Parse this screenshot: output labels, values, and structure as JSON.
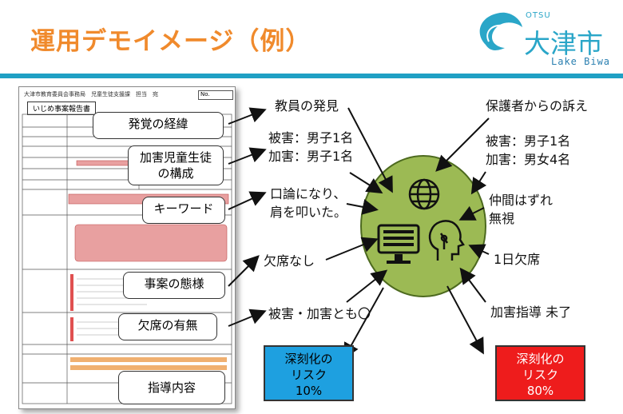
{
  "header": {
    "title": "運用デモイメージ（例）"
  },
  "logo": {
    "otsu": "OTSU",
    "name": "大津市",
    "sub": "Lake Biwa"
  },
  "document": {
    "line1": "大津市教育委員会事務局　児童生徒支援課　担当　宛",
    "title": "いじめ事案報告書",
    "no_label": "No."
  },
  "callouts": {
    "discovery": "発覚の経緯",
    "composition": "加害児童生徒\nの構成",
    "keyword": "キーワード",
    "form": "事案の態様",
    "absence": "欠席の有無",
    "guidance": "指導内容"
  },
  "left_labels": {
    "teacher": "教員の発見",
    "victims": "被害：男子1名",
    "perpetrators": "加害：男子1名",
    "quarrel_1": "口論になり、",
    "quarrel_2": "肩を叩いた。",
    "no_absence": "欠席なし",
    "both": "被害・加害とも〇"
  },
  "right_labels": {
    "parent": "保護者からの訴え",
    "victims": "被害：男子1名",
    "perpetrators": "加害：男女4名",
    "exclusion_1": "仲間はずれ",
    "exclusion_2": "無視",
    "one_day": "1日欠席",
    "guidance": "加害指導 未了"
  },
  "risk_low": {
    "line1": "深刻化の",
    "line2": "リスク",
    "value": "10%"
  },
  "risk_high": {
    "line1": "深刻化の",
    "line2": "リスク",
    "value": "80%"
  },
  "colors": {
    "title": "#f08a2c",
    "bar": "#1fa0c4",
    "circle": "#9cba54",
    "risk_low": "#1ea0e0",
    "risk_high": "#ee1c1c"
  },
  "icons": [
    "globe-icon",
    "monitor-icon",
    "ai-head-icon"
  ]
}
